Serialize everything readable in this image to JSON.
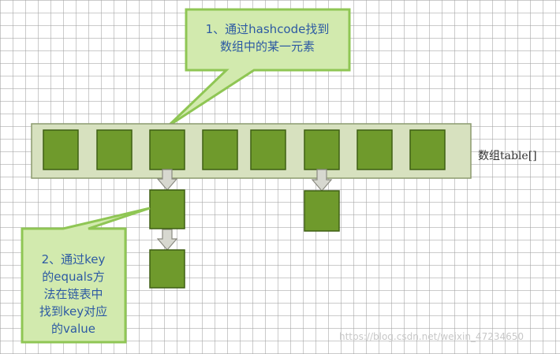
{
  "array": {
    "label": "数组table[]",
    "cell_count": 8
  },
  "callouts": [
    {
      "lines": [
        "1、通过hashcode找到",
        "数组中的某一元素"
      ]
    },
    {
      "lines": [
        "2、通过key",
        "的equals方",
        "法在链表中",
        "找到key对应",
        "的value"
      ]
    }
  ],
  "chains": [
    {
      "bucket_index": 2,
      "node_count": 2
    },
    {
      "bucket_index": 5,
      "node_count": 1
    }
  ],
  "watermark": "https://blog.csdn.net/weixin_47234650",
  "colors": {
    "cell_fill": "#6f9a2c",
    "array_bar_fill": "#d7e1bf",
    "callout_fill": "#d2eaae",
    "callout_border": "#8fc654",
    "callout_text": "#2d5aa3"
  }
}
